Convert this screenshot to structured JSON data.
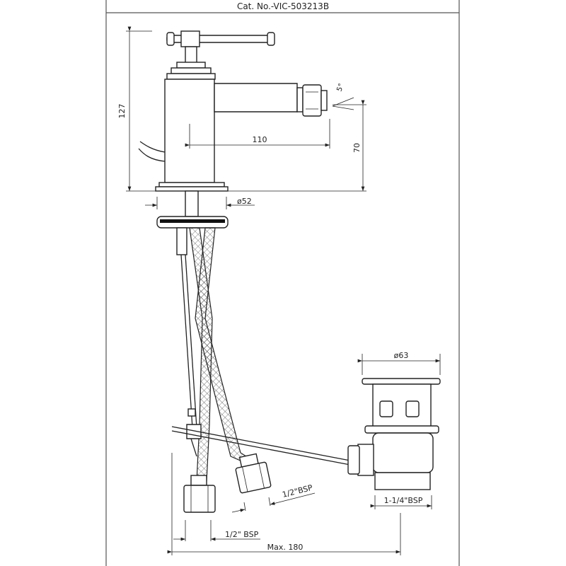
{
  "header": {
    "catalog_number": "Cat. No.-VIC-503213B"
  },
  "dimensions": {
    "height_total": "127",
    "spout_height": "70",
    "spout_reach": "110",
    "base_diameter": "ø52",
    "waste_diameter": "ø63",
    "waste_thread": "1-1/4\"BSP",
    "hose_thread_a": "1/2\"BSP",
    "hose_thread_b": "1/2\" BSP",
    "max_length": "Max. 180",
    "aerator_angle": "5°"
  }
}
